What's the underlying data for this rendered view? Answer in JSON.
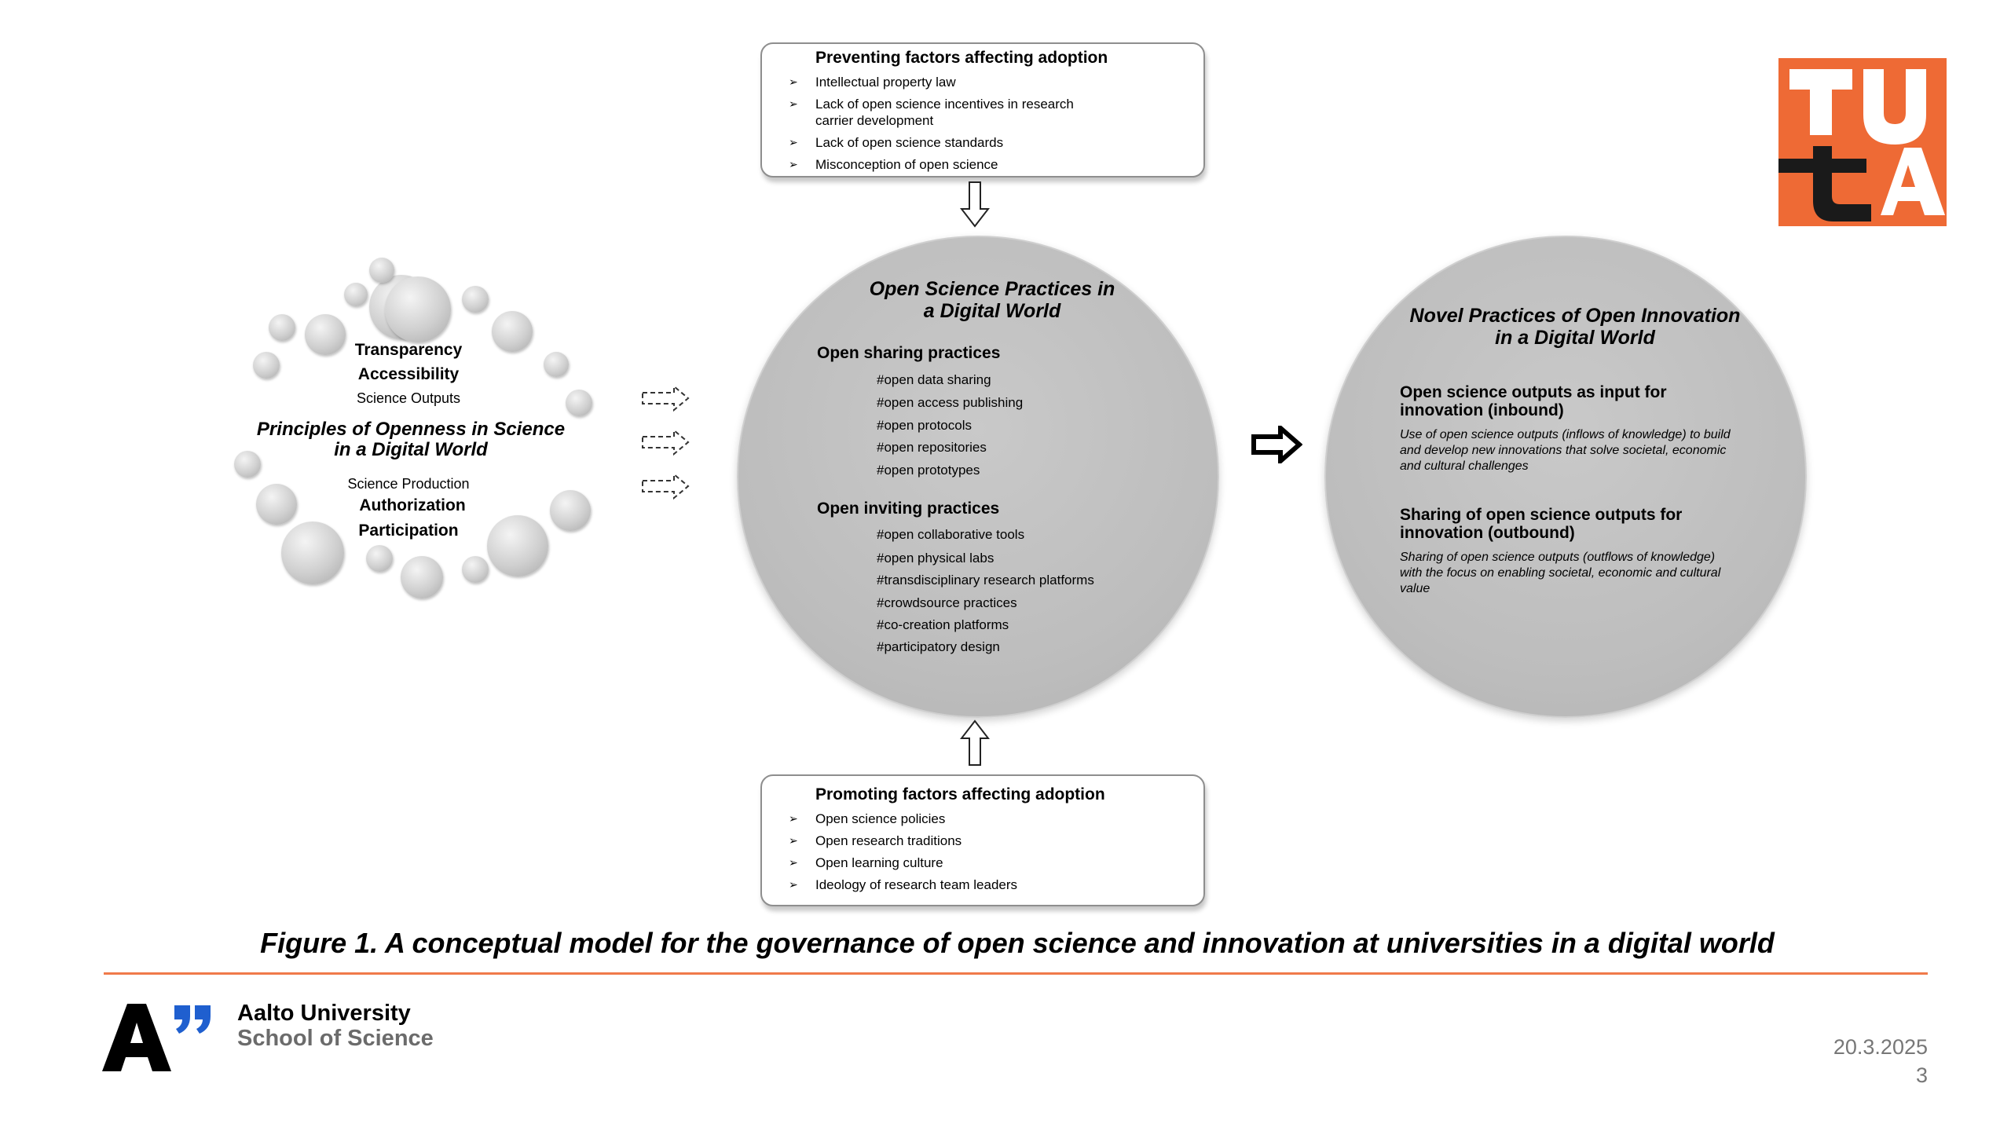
{
  "preventing": {
    "title": "Preventing factors affecting adoption",
    "items": [
      "Intellectual property law",
      "Lack of open science incentives in research carrier development",
      "Lack of open science standards",
      "Misconception of open science"
    ]
  },
  "promoting": {
    "title": "Promoting factors affecting adoption",
    "items": [
      "Open science policies",
      "Open research traditions",
      "Open learning culture",
      "Ideology of research team leaders"
    ]
  },
  "principles": {
    "line1": "Transparency",
    "line2": "Accessibility",
    "line3": "Science Outputs",
    "title": "Principles of Openness in Science in a Digital World",
    "line4": "Science Production",
    "line5": "Authorization",
    "line6": "Participation"
  },
  "practices": {
    "title": "Open Science Practices in a Digital World",
    "sharing_title": "Open sharing practices",
    "sharing": [
      "#open data sharing",
      "#open access publishing",
      "#open protocols",
      "#open repositories",
      "#open prototypes"
    ],
    "inviting_title": "Open inviting practices",
    "inviting": [
      "#open collaborative tools",
      "#open physical labs",
      "#transdisciplinary research platforms",
      "#crowdsource practices",
      "#co-creation platforms",
      "#participatory design"
    ]
  },
  "innovation": {
    "title": "Novel Practices of Open Innovation in a Digital World",
    "inbound_title": "Open science outputs as input for innovation (inbound)",
    "inbound_desc": "Use of open science outputs (inflows of knowledge) to build and develop new innovations that solve societal, economic and cultural challenges",
    "outbound_title": "Sharing of open science outputs for innovation (outbound)",
    "outbound_desc": "Sharing of open science outputs (outflows of knowledge) with the focus on enabling societal, economic and cultural value"
  },
  "caption": "Figure 1. A conceptual model for the governance of open science and innovation at universities in a digital world",
  "footer": {
    "university": "Aalto University",
    "school": "School of Science",
    "date": "20.3.2025",
    "page": "3"
  },
  "colors": {
    "accent": "#f07a4a",
    "tuta": "#ee6a35",
    "circle": "#bdbdbd"
  }
}
